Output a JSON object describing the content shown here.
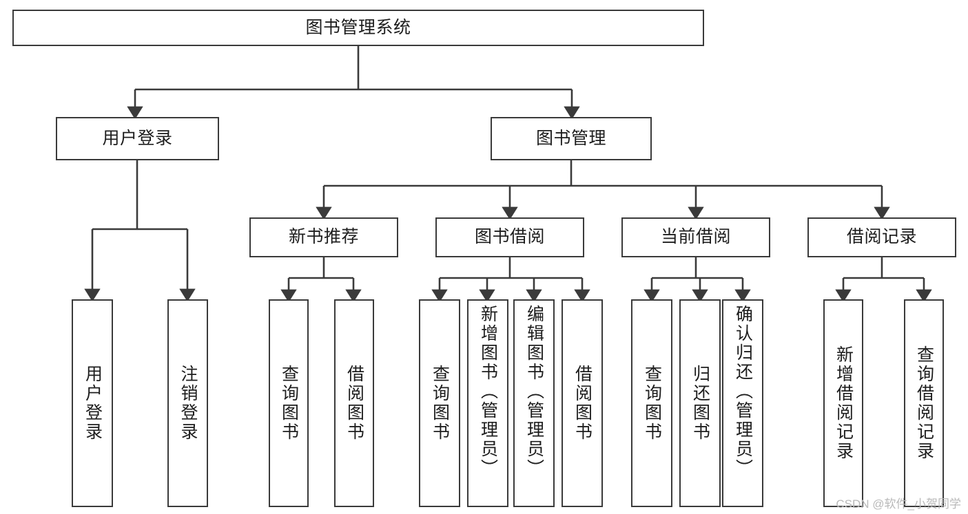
{
  "diagram": {
    "title": "图书管理系统",
    "type": "tree-hierarchy-chart",
    "watermark": "CSDN @软件_小贺同学",
    "colors": {
      "box_border": "#3a3a3a",
      "box_fill": "#ffffff",
      "edge": "#3a3a3a",
      "text": "#1d1d1d",
      "watermark": "#b9b9b9"
    },
    "levels": {
      "level1": [
        {
          "id": "root",
          "label": "图书管理系统"
        }
      ],
      "level2": [
        {
          "id": "user-login",
          "label": "用户登录",
          "parent": "root"
        },
        {
          "id": "book-manage",
          "label": "图书管理",
          "parent": "root"
        }
      ],
      "level3": [
        {
          "id": "new-book-recommend",
          "label": "新书推荐",
          "parent": "book-manage"
        },
        {
          "id": "book-borrow",
          "label": "图书借阅",
          "parent": "book-manage"
        },
        {
          "id": "current-borrow",
          "label": "当前借阅",
          "parent": "book-manage"
        },
        {
          "id": "borrow-record",
          "label": "借阅记录",
          "parent": "book-manage"
        }
      ],
      "level4": [
        {
          "id": "leaf-user-login",
          "label": "用户登录",
          "parent": "user-login"
        },
        {
          "id": "leaf-logout",
          "label": "注销登录",
          "parent": "user-login"
        },
        {
          "id": "leaf-query-book-1",
          "label": "查询图书",
          "parent": "new-book-recommend"
        },
        {
          "id": "leaf-borrow-book-1",
          "label": "借阅图书",
          "parent": "new-book-recommend"
        },
        {
          "id": "leaf-query-book-2",
          "label": "查询图书",
          "parent": "book-borrow"
        },
        {
          "id": "leaf-add-book",
          "label": "新增图书（管理员）",
          "parent": "book-borrow"
        },
        {
          "id": "leaf-edit-book",
          "label": "编辑图书（管理员）",
          "parent": "book-borrow"
        },
        {
          "id": "leaf-borrow-book-2",
          "label": "借阅图书",
          "parent": "book-borrow"
        },
        {
          "id": "leaf-query-book-3",
          "label": "查询图书",
          "parent": "current-borrow"
        },
        {
          "id": "leaf-return-book",
          "label": "归还图书",
          "parent": "current-borrow"
        },
        {
          "id": "leaf-confirm-return",
          "label": "确认归还（管理员）",
          "parent": "current-borrow"
        },
        {
          "id": "leaf-add-record",
          "label": "新增借阅记录",
          "parent": "borrow-record"
        },
        {
          "id": "leaf-query-record",
          "label": "查询借阅记录",
          "parent": "borrow-record"
        }
      ]
    }
  }
}
